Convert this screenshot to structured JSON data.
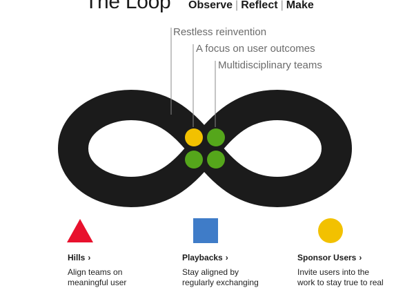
{
  "header": {
    "title": "The Loop",
    "phases": [
      "Observe",
      "Reflect",
      "Make"
    ],
    "separator": "|"
  },
  "principles": [
    "Restless reinvention",
    "A focus on user outcomes",
    "Multidisciplinary teams"
  ],
  "practices": [
    {
      "title": "Hills",
      "chevron": "›",
      "desc_lines": [
        "Align teams on",
        "meaningful user"
      ],
      "shape": "triangle",
      "color": "#e8112d"
    },
    {
      "title": "Playbacks",
      "chevron": "›",
      "desc_lines": [
        "Stay aligned by",
        "regularly exchanging"
      ],
      "shape": "square",
      "color": "#3f7cc8"
    },
    {
      "title": "Sponsor Users",
      "chevron": "›",
      "desc_lines": [
        "Invite users into the",
        "work to stay true to real"
      ],
      "shape": "circle",
      "color": "#f2c100"
    }
  ],
  "colors": {
    "loop": "#1b1b1b",
    "leader_line": "#8a8a8a",
    "dot_yellow": "#f2c100",
    "dot_green": "#55a61b"
  },
  "dots": [
    "yellow",
    "green",
    "green",
    "green"
  ]
}
